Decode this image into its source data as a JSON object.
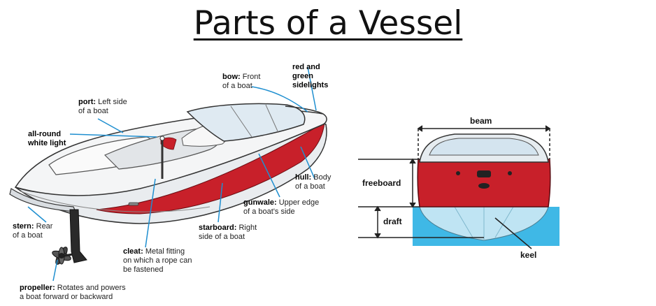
{
  "title": "Parts of a Vessel",
  "colors": {
    "leader": "#1f8fd0",
    "hull_red": "#c8202a",
    "water": "#3fb8e6",
    "outline": "#333333"
  },
  "side_view_labels": {
    "port": {
      "term": "port:",
      "desc1": "Left side",
      "desc2": "of a boat"
    },
    "all_round": {
      "term1": "all-round",
      "term2": "white light"
    },
    "bow": {
      "term": "bow:",
      "desc1": "Front",
      "desc2": "of a boat"
    },
    "sidelights": {
      "term1": "red and",
      "term2": "green",
      "term3": "sidelights"
    },
    "hull": {
      "term": "hull:",
      "desc1": "Body",
      "desc2": "of a boat"
    },
    "gunwale": {
      "term": "gunwale:",
      "desc1": "Upper edge",
      "desc2": "of a boat's side"
    },
    "starboard": {
      "term": "starboard:",
      "desc1": "Right",
      "desc2": "side of a boat"
    },
    "stern": {
      "term": "stern:",
      "desc1": "Rear",
      "desc2": "of a boat"
    },
    "cleat": {
      "term": "cleat:",
      "desc1": "Metal fitting",
      "desc2": "on which a rope can",
      "desc3": "be fastened"
    },
    "propeller": {
      "term": "propeller:",
      "desc1": "Rotates and powers",
      "desc2": "a boat forward or backward"
    }
  },
  "front_view_labels": {
    "beam": "beam",
    "freeboard": "freeboard",
    "draft": "draft",
    "keel": "keel"
  }
}
